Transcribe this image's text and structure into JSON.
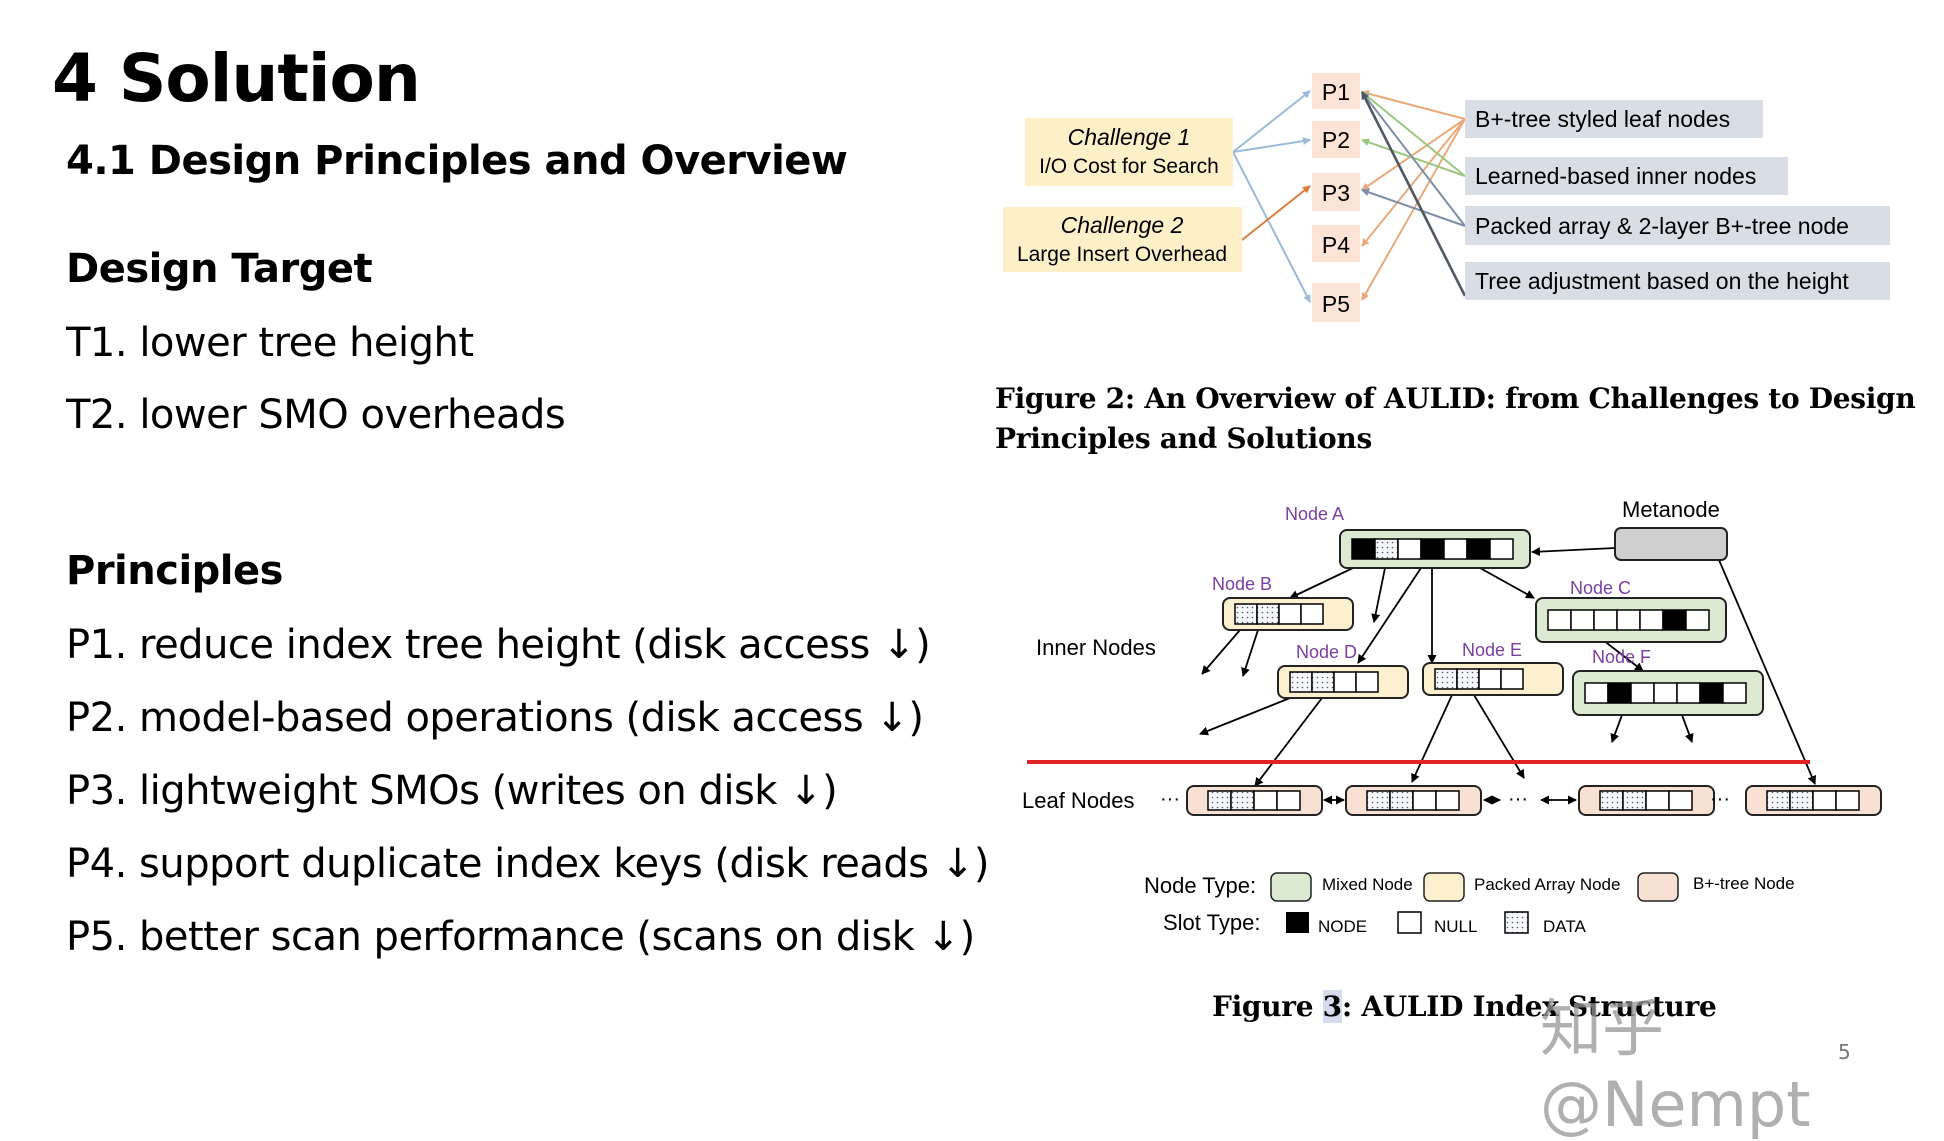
{
  "slide": {
    "title": "4  Solution",
    "subtitle": "4.1  Design Principles and Overview",
    "page_number": "5",
    "watermark": "知乎 @Nempt"
  },
  "design_target": {
    "heading": "Design Target",
    "items": [
      "T1. lower tree height",
      "T2. lower SMO overheads"
    ]
  },
  "principles": {
    "heading": "Principles",
    "items": [
      "P1. reduce index tree height (disk access ↓)",
      "P2. model-based operations (disk access ↓)",
      "P3. lightweight SMOs (writes on disk ↓)",
      "P4. support duplicate index keys (disk reads ↓)",
      "P5. better scan performance (scans on disk ↓)"
    ]
  },
  "figure2": {
    "caption_line1": "Figure 2: An Overview of AULID: from Challenges to Design",
    "caption_line2": "Principles and Solutions",
    "challenges": [
      {
        "title": "Challenge 1",
        "desc": "I/O Cost for Search"
      },
      {
        "title": "Challenge 2",
        "desc": "Large Insert Overhead"
      }
    ],
    "principles": [
      "P1",
      "P2",
      "P3",
      "P4",
      "P5"
    ],
    "solutions": [
      "B+-tree styled leaf nodes",
      "Learned-based inner nodes",
      "Packed array & 2-layer B+-tree node",
      "Tree adjustment based on the height"
    ],
    "links": [
      {
        "from": "Challenge 1",
        "to": "P1",
        "color": "#9bbbd9"
      },
      {
        "from": "Challenge 1",
        "to": "P2",
        "color": "#9bbbd9"
      },
      {
        "from": "Challenge 1",
        "to": "P5",
        "color": "#9bbbd9"
      },
      {
        "from": "Challenge 2",
        "to": "P3",
        "color": "#e07b39"
      },
      {
        "from": "B+-tree styled leaf nodes",
        "to": "P1",
        "color": "#eba97a"
      },
      {
        "from": "B+-tree styled leaf nodes",
        "to": "P3",
        "color": "#eba97a"
      },
      {
        "from": "B+-tree styled leaf nodes",
        "to": "P4",
        "color": "#eba97a"
      },
      {
        "from": "B+-tree styled leaf nodes",
        "to": "P5",
        "color": "#eba97a"
      },
      {
        "from": "Learned-based inner nodes",
        "to": "P1",
        "color": "#9cc77f"
      },
      {
        "from": "Learned-based inner nodes",
        "to": "P2",
        "color": "#9cc77f"
      },
      {
        "from": "Packed array & 2-layer B+-tree node",
        "to": "P1",
        "color": "#7d8fa8"
      },
      {
        "from": "Packed array & 2-layer B+-tree node",
        "to": "P3",
        "color": "#7d8fa8"
      },
      {
        "from": "Tree adjustment based on the height",
        "to": "P1",
        "color": "#505860"
      }
    ],
    "colors": {
      "challenge_bg": "#fdf0c8",
      "principle_bg": "#fbe3d6",
      "solution_bg": "#d9dde6"
    }
  },
  "figure3": {
    "caption_prefix": "Figure ",
    "caption_num": "3",
    "caption_suffix": ": AULID Index Structure",
    "labels": {
      "inner": "Inner Nodes",
      "leaf": "Leaf Nodes",
      "metanode": "Metanode",
      "ellipsis": "···"
    },
    "nodes": [
      {
        "name": "Node A",
        "type": "mixed",
        "slots": [
          "NODE",
          "DATA",
          "NULL",
          "NODE",
          "NULL",
          "NODE",
          "NULL"
        ]
      },
      {
        "name": "Node B",
        "type": "packed",
        "slots": [
          "DATA",
          "DATA",
          "NULL",
          "NULL"
        ]
      },
      {
        "name": "Node C",
        "type": "mixed",
        "slots": [
          "NULL",
          "NULL",
          "NULL",
          "NULL",
          "NULL",
          "NODE",
          "NULL"
        ]
      },
      {
        "name": "Node D",
        "type": "packed",
        "slots": [
          "DATA",
          "DATA",
          "NULL",
          "NULL"
        ]
      },
      {
        "name": "Node E",
        "type": "packed",
        "slots": [
          "DATA",
          "DATA",
          "NULL",
          "NULL"
        ]
      },
      {
        "name": "Node F",
        "type": "mixed",
        "slots": [
          "NULL",
          "NODE",
          "NULL",
          "NULL",
          "NULL",
          "NODE",
          "NULL"
        ]
      }
    ],
    "leaves": [
      {
        "type": "btree",
        "slots": [
          "DATA",
          "DATA",
          "NULL",
          "NULL"
        ]
      },
      {
        "type": "btree",
        "slots": [
          "DATA",
          "DATA",
          "NULL",
          "NULL"
        ]
      },
      {
        "type": "btree",
        "slots": [
          "DATA",
          "DATA",
          "NULL",
          "NULL"
        ]
      },
      {
        "type": "btree",
        "slots": [
          "DATA",
          "DATA",
          "NULL",
          "NULL"
        ]
      }
    ],
    "legend": {
      "node_type_label": "Node Type:",
      "slot_type_label": "Slot Type:",
      "node_types": [
        {
          "label": "Mixed Node",
          "color": "#dcead2"
        },
        {
          "label": "Packed Array Node",
          "color": "#fdf0cf"
        },
        {
          "label": "B+-tree Node",
          "color": "#f8e0d2"
        }
      ],
      "slot_types": [
        "NODE",
        "NULL",
        "DATA"
      ]
    },
    "colors": {
      "node_label": "#7a3fa0",
      "divider": "#e02424",
      "metanode_bg": "#cfcfcf"
    }
  }
}
